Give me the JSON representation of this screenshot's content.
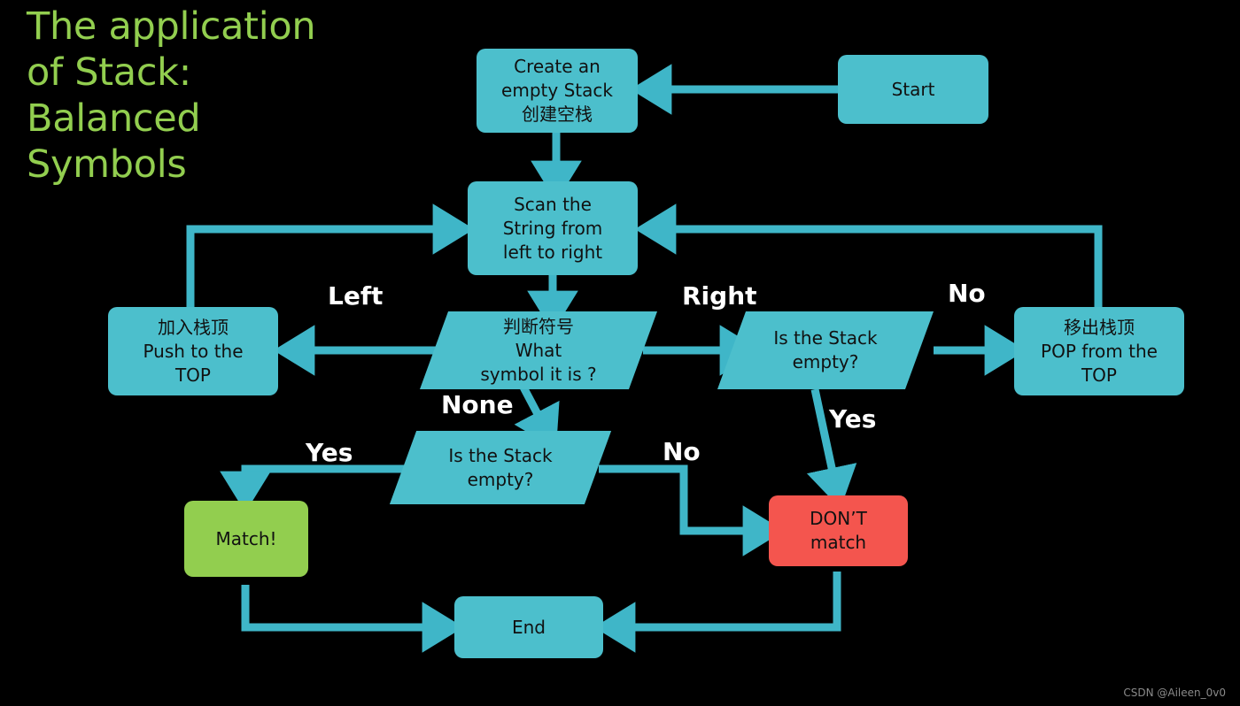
{
  "title": {
    "text": "The application\nof Stack:\nBalanced\nSymbols",
    "color": "#92CE4F"
  },
  "colors": {
    "background": "#000000",
    "process_fill": "#4CBFCC",
    "decision_fill": "#4CBFCC",
    "success_fill": "#92CE4F",
    "failure_fill": "#F4554E",
    "edge": "#3FB6C8",
    "label_text": "#FFFFFF",
    "node_text": "#111111"
  },
  "nodes": {
    "start": {
      "label": "Start",
      "shape": "rect"
    },
    "create_stack": {
      "label": "Create an\nempty Stack\n创建空栈",
      "shape": "rect"
    },
    "scan_string": {
      "label": "Scan the\nString from\nleft to right",
      "shape": "rect"
    },
    "what_symbol": {
      "label": "判断符号\nWhat\nsymbol it is ?",
      "shape": "parallelogram"
    },
    "push_top": {
      "label": "加入栈顶\nPush to the\nTOP",
      "shape": "rect"
    },
    "is_stack_empty_right": {
      "label": "Is the Stack\nempty?",
      "shape": "parallelogram"
    },
    "pop_top": {
      "label": "移出栈顶\nPOP from the\nTOP",
      "shape": "rect"
    },
    "is_stack_empty_bottom": {
      "label": "Is the Stack\nempty?",
      "shape": "parallelogram"
    },
    "match": {
      "label": "Match!",
      "shape": "rect"
    },
    "dont_match": {
      "label": "DON’T\nmatch",
      "shape": "rect"
    },
    "end": {
      "label": "End",
      "shape": "rect"
    }
  },
  "edge_labels": {
    "left": "Left",
    "right": "Right",
    "none": "None",
    "no_top": "No",
    "yes_top": "Yes",
    "yes_bottom": "Yes",
    "no_bottom": "No"
  },
  "watermark": "CSDN @Aileen_0v0"
}
